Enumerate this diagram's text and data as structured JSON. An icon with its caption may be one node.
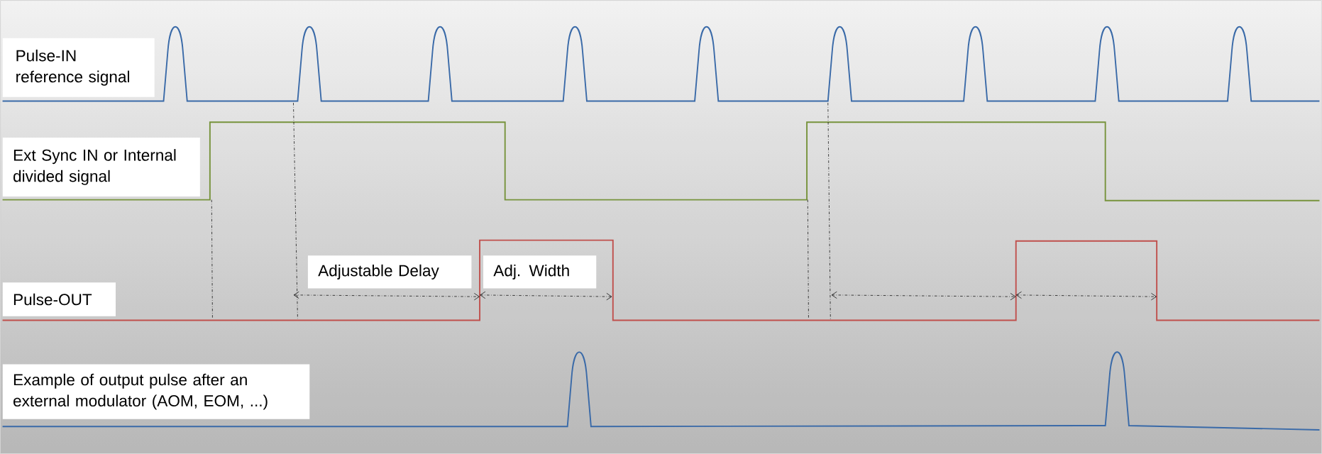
{
  "diagram": {
    "nodes": [
      {
        "text": [
          "Pulse-IN reference signal"
        ]
      },
      {
        "text": [
          "Ext Sync IN or Internal divided signal"
        ]
      },
      {
        "text": [
          "Adjustable Delay"
        ]
      },
      {
        "text": [
          "Adj. Width"
        ]
      },
      {
        "text": [
          "Pulse-OUT"
        ]
      },
      {
        "text": [
          "Example of output pulse after an external modulator (AOM, EOM, ...)"
        ]
      }
    ]
  }
}
